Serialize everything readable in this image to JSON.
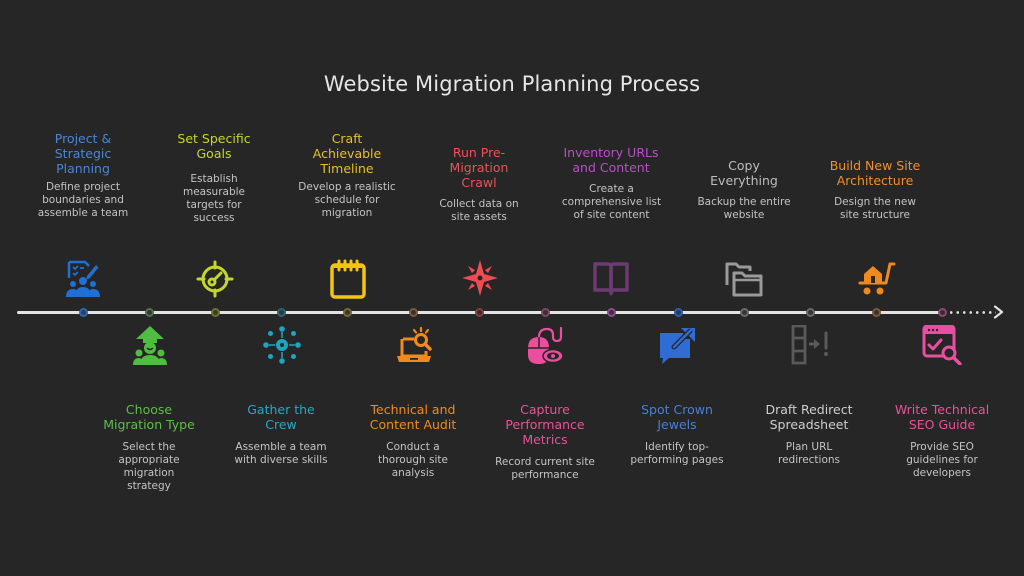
{
  "title": "Website Migration Planning Process",
  "colors": {
    "background": "#262626",
    "line": "#e3e3e3",
    "description": "#c4c4c4"
  },
  "steps": [
    {
      "heading": "Project & Strategic Planning",
      "heading_lines": [
        "Project &",
        "Strategic",
        "Planning"
      ],
      "description": "Define project boundaries and assemble a team",
      "color": "#4a86d8",
      "icon": "team-planning-icon",
      "position": "top"
    },
    {
      "heading": "Choose Migration Type",
      "heading_lines": [
        "Choose",
        "Migration Type"
      ],
      "description": "Select the appropriate migration strategy",
      "color": "#5cbf4a",
      "icon": "team-growth-arrow-icon",
      "position": "bottom"
    },
    {
      "heading": "Set Specific Goals",
      "heading_lines": [
        "Set Specific",
        "Goals"
      ],
      "description": "Establish measurable targets for success",
      "color": "#c6d630",
      "icon": "target-key-icon",
      "position": "top"
    },
    {
      "heading": "Gather the Crew",
      "heading_lines": [
        "Gather the",
        "Crew"
      ],
      "description": "Assemble a team with diverse skills",
      "color": "#27a8c4",
      "icon": "network-gear-icon",
      "position": "bottom"
    },
    {
      "heading": "Craft Achievable Timeline",
      "heading_lines": [
        "Craft",
        "Achievable",
        "Timeline"
      ],
      "description": "Develop a realistic schedule for migration",
      "color": "#e5c02a",
      "icon": "calendar-icon",
      "position": "top"
    },
    {
      "heading": "Technical and Content Audit",
      "heading_lines": [
        "Technical and",
        "Content Audit"
      ],
      "description": "Conduct a thorough site analysis",
      "color": "#ef8a24",
      "icon": "laptop-search-icon",
      "position": "bottom"
    },
    {
      "heading": "Run Pre-Migration Crawl",
      "heading_lines": [
        "Run Pre-",
        "Migration",
        "Crawl"
      ],
      "description": "Collect data on site assets",
      "color": "#ee5158",
      "icon": "compass-star-icon",
      "position": "top"
    },
    {
      "heading": "Capture Performance Metrics",
      "heading_lines": [
        "Capture",
        "Performance",
        "Metrics"
      ],
      "description": "Record current site performance",
      "color": "#e5549a",
      "icon": "mouse-eye-icon",
      "position": "bottom"
    },
    {
      "heading": "Inventory URLs and Content",
      "heading_lines": [
        "Inventory URLs",
        "and Content"
      ],
      "description": "Create a comprehensive list of site content",
      "color": "#b84fc6",
      "icon": "open-book-icon",
      "position": "top"
    },
    {
      "heading": "Spot Crown Jewels",
      "heading_lines": [
        "Spot Crown",
        "Jewels"
      ],
      "description": "Identify top-performing pages",
      "color": "#4a7fd6",
      "icon": "chat-share-icon",
      "position": "bottom"
    },
    {
      "heading": "Copy Everything",
      "heading_lines": [
        "Copy",
        "Everything"
      ],
      "description": "Backup the entire website",
      "color": "#bdbdbd",
      "icon": "folders-icon",
      "position": "top"
    },
    {
      "heading": "Draft Redirect Spreadsheet",
      "heading_lines": [
        "Draft Redirect",
        "Spreadsheet"
      ],
      "description": "Plan URL redirections",
      "color": "#cfcfcf",
      "icon": "spreadsheet-redirect-icon",
      "position": "bottom"
    },
    {
      "heading": "Build New Site Architecture",
      "heading_lines": [
        "Build New Site",
        "Architecture"
      ],
      "description": "Design the new site structure",
      "color": "#ef8f2e",
      "icon": "house-cart-icon",
      "position": "top"
    },
    {
      "heading": "Write Technical SEO Guide",
      "heading_lines": [
        "Write Technical",
        "SEO Guide"
      ],
      "description": "Provide SEO guidelines for developers",
      "color": "#e85299",
      "icon": "browser-check-search-icon",
      "position": "bottom"
    }
  ]
}
